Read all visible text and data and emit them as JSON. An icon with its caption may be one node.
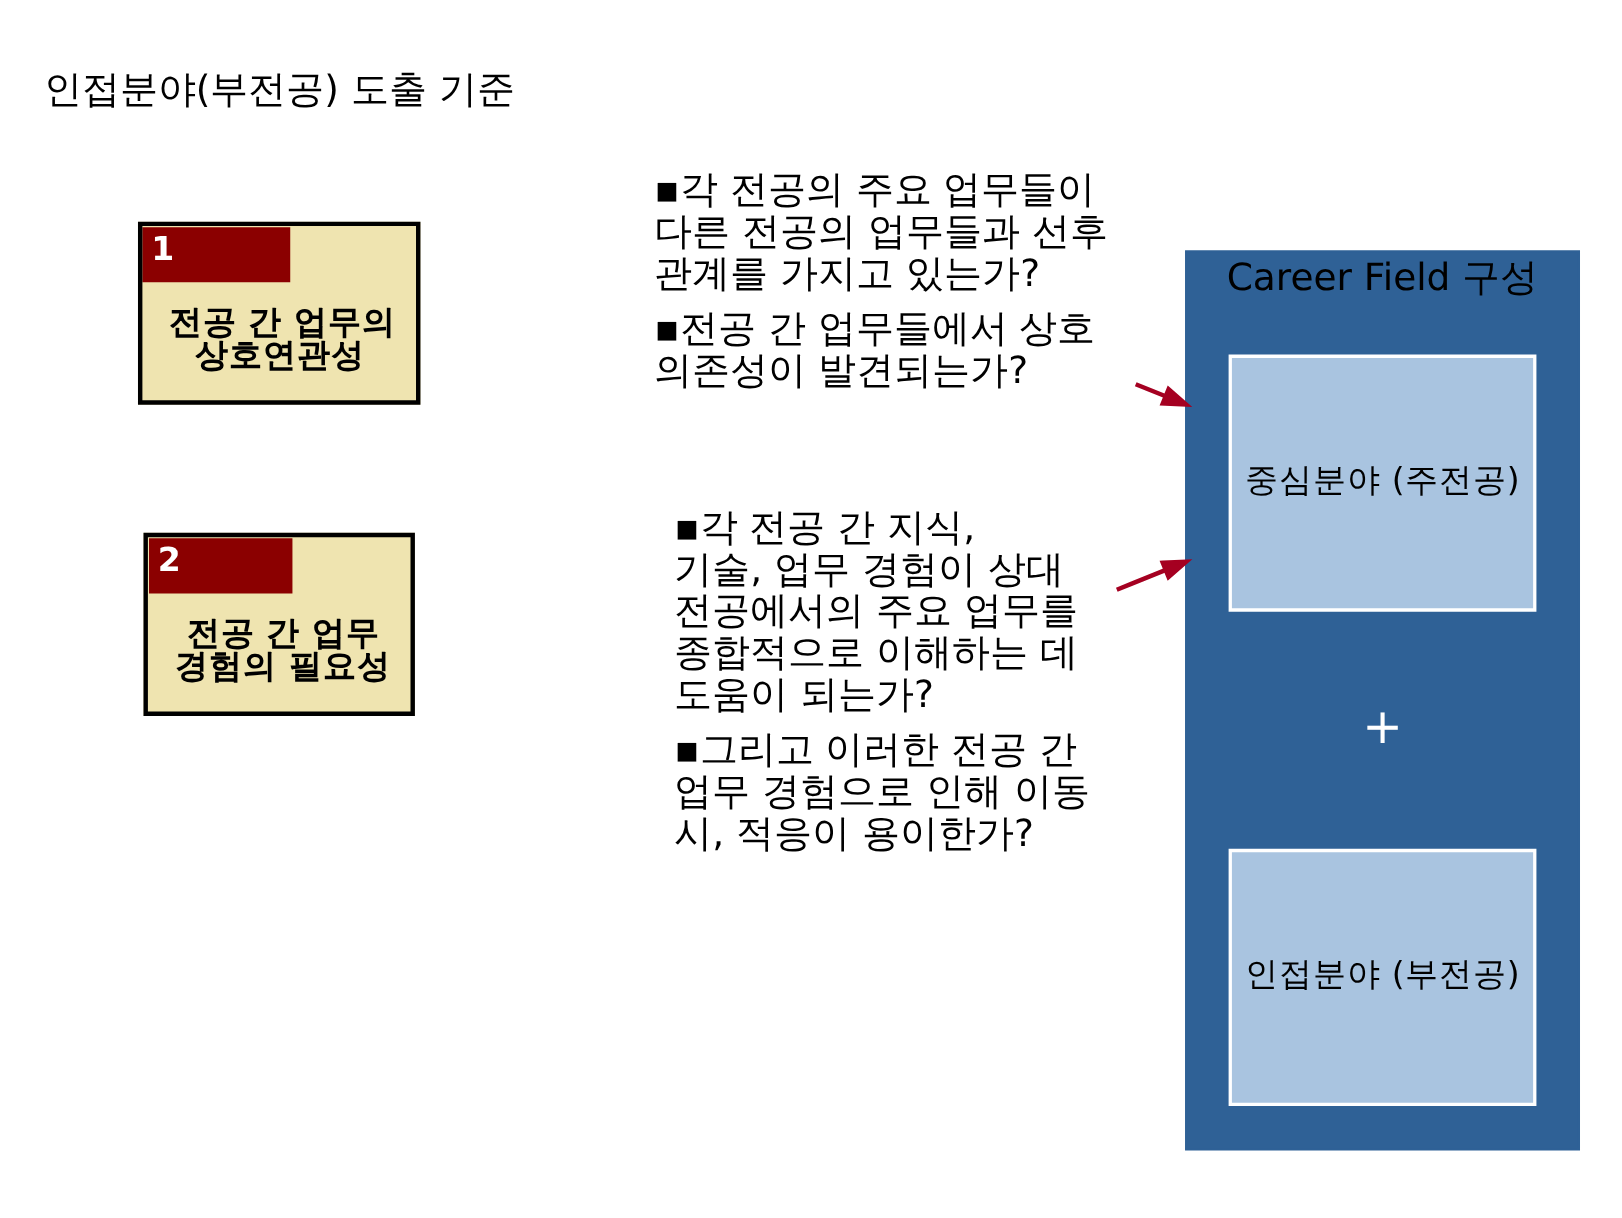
{
  "diagram": {
    "nodes": [
      {
        "text": [
          "1",
          "전공 간 업무의 상호연관성"
        ]
      },
      {
        "text": [
          "▪각 전공의 주요 업무들이 다른 전공의 업무들과 선후 관계를 가지고 있는가?",
          "▪전공 간 업무들에서 상호 의존성이 발견되는가?"
        ]
      },
      {
        "text": [
          "2",
          "전공 간 업무 경험의 필요성"
        ]
      },
      {
        "text": [
          "▪각 전공 간 지식, 기술, 업무 경험이 상대 전공에서의 주요 업무를 종합적으로 이해하는 데 도움이 되는가?",
          "▪그리고 이러한 전공 간 업무 경험으로 인해 이동 시, 적응이 용이한가?"
        ]
      },
      {
        "text": [
          "Career Field 구성"
        ]
      },
      {
        "text": [
          "중심분야 (주전공)"
        ],
        "in": 4
      },
      {
        "text": [
          "인접분야 (부전공)"
        ],
        "in": 4
      }
    ],
    "edges": [
      {
        "from": 1,
        "to": 4,
        "arrow": "to",
        "color": "#a50021"
      },
      {
        "from": 3,
        "to": 4,
        "arrow": "to",
        "color": "#a50021"
      }
    ],
    "labels": [
      "인접분야(부전공) 도출 기준",
      "+"
    ]
  }
}
